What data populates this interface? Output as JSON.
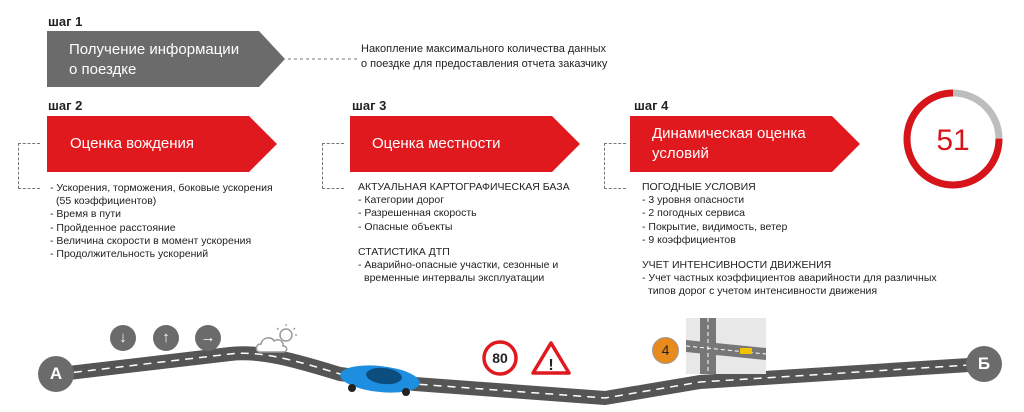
{
  "steps": {
    "step1": {
      "label": "шаг 1",
      "title_line1": "Получение информации",
      "title_line2": "о поездке",
      "note_line1": "Накопление максимального количества данных",
      "note_line2": "о поездке для предоставления отчета заказчику"
    },
    "step2": {
      "label": "шаг 2",
      "title": "Оценка вождения",
      "items": [
        "- Ускорения, торможения, боковые ускорения",
        "  (55 коэффициентов)",
        "- Время в пути",
        "- Пройденное расстояние",
        "- Величина скорости в момент ускорения",
        "- Продолжительность ускорений"
      ]
    },
    "step3": {
      "label": "шаг 3",
      "title": "Оценка местности",
      "group1_title": "АКТУАЛЬНАЯ КАРТОГРАФИЧЕСКАЯ БАЗА",
      "group1_items": [
        "- Категории дорог",
        "- Разрешенная скорость",
        "- Опасные объекты"
      ],
      "group2_title": "СТАТИСТИКА ДТП",
      "group2_items": [
        "- Аварийно-опасные участки, сезонные и",
        "  временные интервалы эксплуатации"
      ]
    },
    "step4": {
      "label": "шаг 4",
      "title_line1": "Динамическая оценка",
      "title_line2": "условий",
      "group1_title": "ПОГОДНЫЕ УСЛОВИЯ",
      "group1_items": [
        "- 3 уровня опасности",
        "- 2 погодных сервиса",
        "- Покрытие, видимость, ветер",
        "- 9 коэффициентов"
      ],
      "group2_title": "УЧЕТ ИНТЕНСИВНОСТИ ДВИЖЕНИЯ",
      "group2_items": [
        "- Учет частных коэффициентов аварийности для различных",
        "  типов дорог с учетом интенсивности движения"
      ]
    }
  },
  "score": {
    "value": "51",
    "fill_fraction": 0.75,
    "color": "#d7141a"
  },
  "road": {
    "start_label": "А",
    "end_label": "Б",
    "icons": [
      "arrow-down-icon",
      "arrow-up-icon",
      "arrow-right-icon",
      "cloud-sun-icon",
      "speed-limit-icon",
      "warning-icon",
      "level-icon",
      "intersection-icon"
    ],
    "speed_limit": "80",
    "warning_glyph": "!",
    "level": "4"
  },
  "colors": {
    "red": "#e0191f",
    "gray": "#6b6b6b",
    "road": "#555555",
    "orange": "#e98b1c"
  }
}
